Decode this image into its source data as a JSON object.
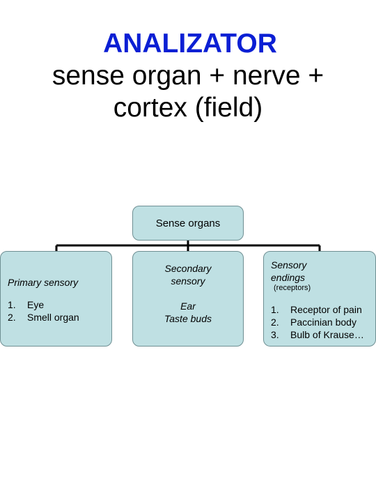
{
  "title": {
    "main": "ANALIZATOR",
    "line1": "sense organ + nerve +",
    "line2": "cortex (field)"
  },
  "colors": {
    "title_accent": "#0b1fd4",
    "box_fill": "#bfe0e3",
    "box_border": "#6f8f93",
    "connector": "#000000"
  },
  "diagram": {
    "root": {
      "label": "Sense organs"
    },
    "children": [
      {
        "heading": "Primary sensory",
        "items": [
          {
            "num": "1.",
            "text": "Eye"
          },
          {
            "num": "2.",
            "text": "Smell organ"
          }
        ]
      },
      {
        "heading_line1": "Secondary",
        "heading_line2": "sensory",
        "items": [
          {
            "text": "Ear"
          },
          {
            "text": "Taste buds"
          }
        ]
      },
      {
        "heading_line1": "Sensory",
        "heading_line2": "endings",
        "sub": "(receptors)",
        "items": [
          {
            "num": "1.",
            "text": "Receptor of pain"
          },
          {
            "num": "2.",
            "text": "Paccinian body"
          },
          {
            "num": "3.",
            "text": "Bulb of Krause…"
          }
        ]
      }
    ]
  }
}
